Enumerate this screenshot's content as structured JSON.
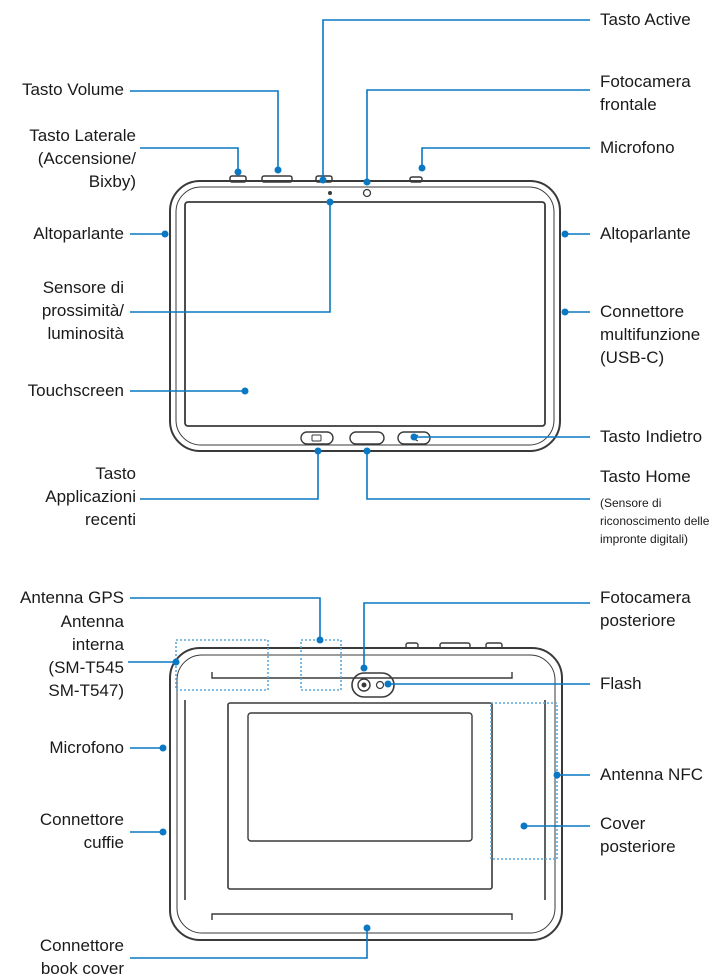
{
  "colors": {
    "callout": "#0a78c2",
    "outline": "#3a3a3a",
    "dotted": "#5aa9dc"
  },
  "front": {
    "tasto_active": [
      "Tasto Active"
    ],
    "tasto_volume": [
      "Tasto Volume"
    ],
    "fotocamera_frontale": [
      "Fotocamera",
      "frontale"
    ],
    "tasto_laterale": [
      "Tasto Laterale",
      "(Accensione/",
      "Bixby)"
    ],
    "microfono": [
      "Microfono"
    ],
    "altoparlante_left": [
      "Altoparlante"
    ],
    "altoparlante_right": [
      "Altoparlante"
    ],
    "sensore": [
      "Sensore di",
      "prossimità/",
      "luminosità"
    ],
    "connettore_multifunzione": [
      "Connettore",
      "multifunzione",
      "(USB-C)"
    ],
    "touchscreen": [
      "Touchscreen"
    ],
    "tasto_indietro": [
      "Tasto Indietro"
    ],
    "tasto_applicazioni": [
      "Tasto",
      "Applicazioni",
      "recenti"
    ],
    "tasto_home": [
      "Tasto Home"
    ],
    "tasto_home_note": [
      "(Sensore di",
      "riconoscimento delle",
      "impronte digitali)"
    ]
  },
  "back": {
    "antenna_gps": [
      "Antenna GPS"
    ],
    "antenna_interna": [
      "Antenna",
      "interna",
      "(SM-T545",
      "SM-T547)"
    ],
    "fotocamera_posteriore": [
      "Fotocamera",
      "posteriore"
    ],
    "flash": [
      "Flash"
    ],
    "microfono": [
      "Microfono"
    ],
    "antenna_nfc": [
      "Antenna NFC"
    ],
    "connettore_cuffie": [
      "Connettore",
      "cuffie"
    ],
    "cover_posteriore": [
      "Cover",
      "posteriore"
    ],
    "connettore_book_cover": [
      "Connettore",
      "book cover"
    ]
  }
}
